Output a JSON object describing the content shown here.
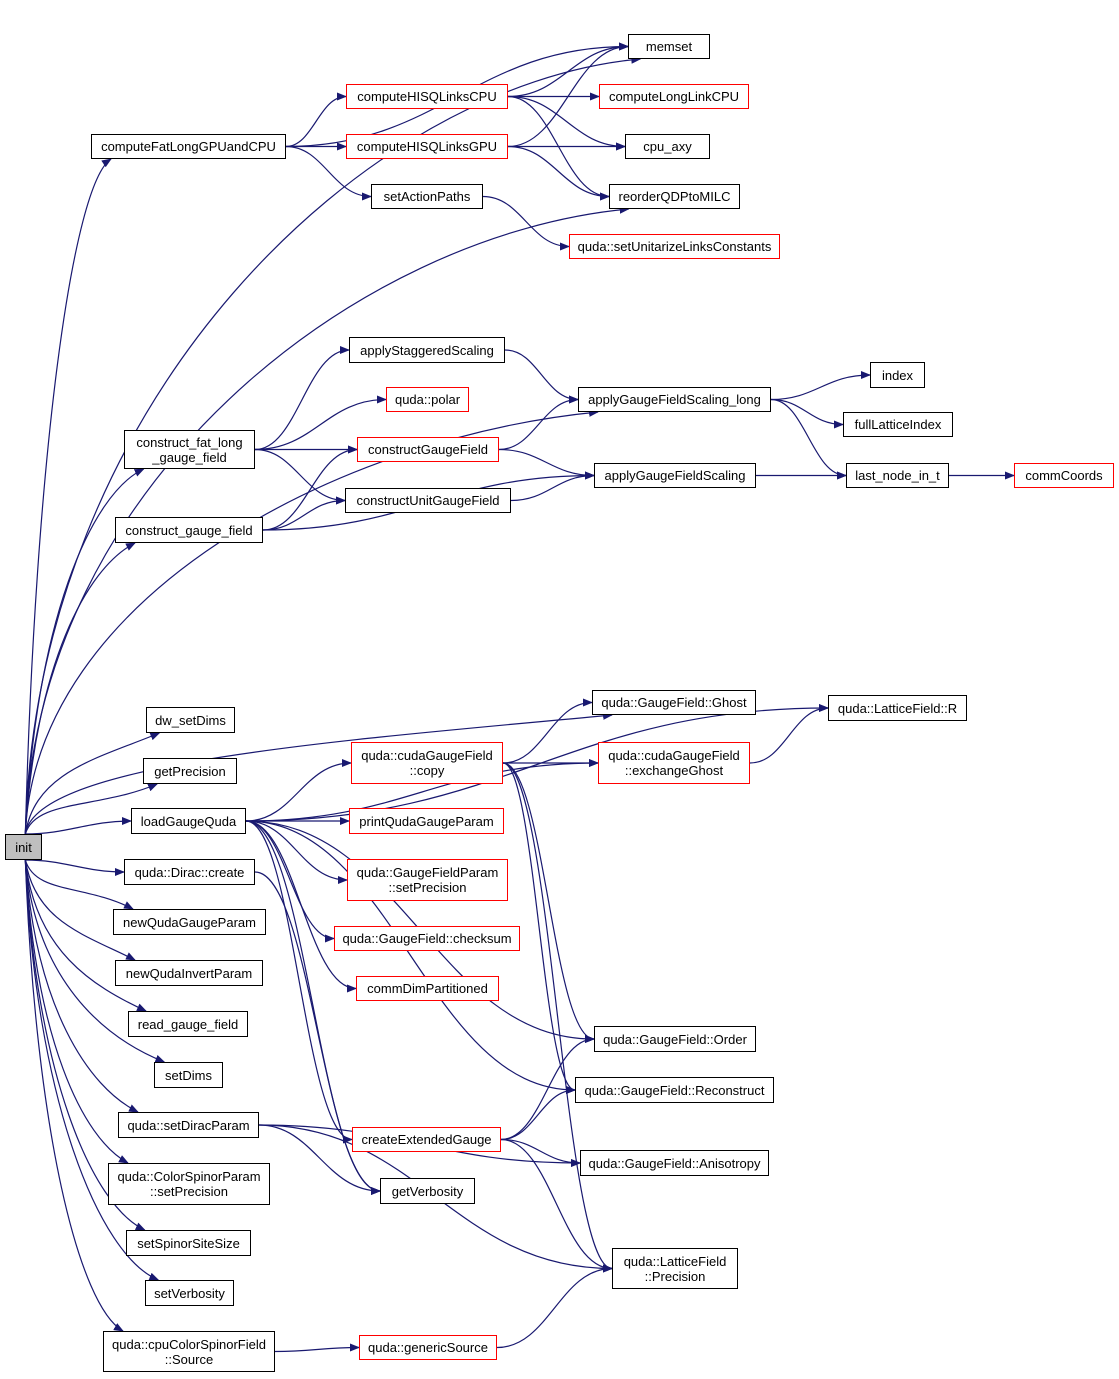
{
  "diagram": {
    "nodes": {
      "init": {
        "lines": [
          "init"
        ],
        "style": "root"
      },
      "memset": {
        "lines": [
          "memset"
        ],
        "style": "black"
      },
      "computeHISQLinksCPU": {
        "lines": [
          "computeHISQLinksCPU"
        ],
        "style": "red"
      },
      "computeLongLinkCPU": {
        "lines": [
          "computeLongLinkCPU"
        ],
        "style": "red"
      },
      "computeFatLongGPUandCPU": {
        "lines": [
          "computeFatLongGPUandCPU"
        ],
        "style": "black"
      },
      "computeHISQLinksGPU": {
        "lines": [
          "computeHISQLinksGPU"
        ],
        "style": "red"
      },
      "cpu_axy": {
        "lines": [
          "cpu_axy"
        ],
        "style": "black"
      },
      "setActionPaths": {
        "lines": [
          "setActionPaths"
        ],
        "style": "black"
      },
      "reorderQDPtoMILC": {
        "lines": [
          "reorderQDPtoMILC"
        ],
        "style": "black"
      },
      "setUnitarizeLinksConstants": {
        "lines": [
          "quda::setUnitarizeLinksConstants"
        ],
        "style": "red"
      },
      "applyStaggeredScaling": {
        "lines": [
          "applyStaggeredScaling"
        ],
        "style": "black"
      },
      "index": {
        "lines": [
          "index"
        ],
        "style": "black"
      },
      "polar": {
        "lines": [
          "quda::polar"
        ],
        "style": "red"
      },
      "applyGaugeFieldScaling_long": {
        "lines": [
          "applyGaugeFieldScaling_long"
        ],
        "style": "black"
      },
      "fullLatticeIndex": {
        "lines": [
          "fullLatticeIndex"
        ],
        "style": "black"
      },
      "construct_fat_long_gauge_field": {
        "lines": [
          "construct_fat_long",
          "_gauge_field"
        ],
        "style": "black"
      },
      "constructGaugeField": {
        "lines": [
          "constructGaugeField"
        ],
        "style": "red"
      },
      "applyGaugeFieldScaling": {
        "lines": [
          "applyGaugeFieldScaling"
        ],
        "style": "black"
      },
      "last_node_in_t": {
        "lines": [
          "last_node_in_t"
        ],
        "style": "black"
      },
      "commCoords": {
        "lines": [
          "commCoords"
        ],
        "style": "red"
      },
      "constructUnitGaugeField": {
        "lines": [
          "constructUnitGaugeField"
        ],
        "style": "black"
      },
      "construct_gauge_field": {
        "lines": [
          "construct_gauge_field"
        ],
        "style": "black"
      },
      "GaugeField_Ghost": {
        "lines": [
          "quda::GaugeField::Ghost"
        ],
        "style": "black"
      },
      "LatticeField_R": {
        "lines": [
          "quda::LatticeField::R"
        ],
        "style": "black"
      },
      "dw_setDims": {
        "lines": [
          "dw_setDims"
        ],
        "style": "black"
      },
      "cudaGaugeField_copy": {
        "lines": [
          "quda::cudaGaugeField",
          "::copy"
        ],
        "style": "red"
      },
      "cudaGaugeField_exchangeGhost": {
        "lines": [
          "quda::cudaGaugeField",
          "::exchangeGhost"
        ],
        "style": "red"
      },
      "getPrecision": {
        "lines": [
          "getPrecision"
        ],
        "style": "black"
      },
      "loadGaugeQuda": {
        "lines": [
          "loadGaugeQuda"
        ],
        "style": "black"
      },
      "printQudaGaugeParam": {
        "lines": [
          "printQudaGaugeParam"
        ],
        "style": "red"
      },
      "Dirac_create": {
        "lines": [
          "quda::Dirac::create"
        ],
        "style": "black"
      },
      "GaugeFieldParam_setPrecision": {
        "lines": [
          "quda::GaugeFieldParam",
          "::setPrecision"
        ],
        "style": "red"
      },
      "newQudaGaugeParam": {
        "lines": [
          "newQudaGaugeParam"
        ],
        "style": "black"
      },
      "GaugeField_checksum": {
        "lines": [
          "quda::GaugeField::checksum"
        ],
        "style": "red"
      },
      "newQudaInvertParam": {
        "lines": [
          "newQudaInvertParam"
        ],
        "style": "black"
      },
      "commDimPartitioned": {
        "lines": [
          "commDimPartitioned"
        ],
        "style": "red"
      },
      "read_gauge_field": {
        "lines": [
          "read_gauge_field"
        ],
        "style": "black"
      },
      "GaugeField_Order": {
        "lines": [
          "quda::GaugeField::Order"
        ],
        "style": "black"
      },
      "setDims": {
        "lines": [
          "setDims"
        ],
        "style": "black"
      },
      "GaugeField_Reconstruct": {
        "lines": [
          "quda::GaugeField::Reconstruct"
        ],
        "style": "black"
      },
      "setDiracParam": {
        "lines": [
          "quda::setDiracParam"
        ],
        "style": "black"
      },
      "createExtendedGauge": {
        "lines": [
          "createExtendedGauge"
        ],
        "style": "red"
      },
      "GaugeField_Anisotropy": {
        "lines": [
          "quda::GaugeField::Anisotropy"
        ],
        "style": "black"
      },
      "ColorSpinorParam_setPrecision": {
        "lines": [
          "quda::ColorSpinorParam",
          "::setPrecision"
        ],
        "style": "black"
      },
      "getVerbosity": {
        "lines": [
          "getVerbosity"
        ],
        "style": "black"
      },
      "setSpinorSiteSize": {
        "lines": [
          "setSpinorSiteSize"
        ],
        "style": "black"
      },
      "LatticeField_Precision": {
        "lines": [
          "quda::LatticeField",
          "::Precision"
        ],
        "style": "black"
      },
      "setVerbosity": {
        "lines": [
          "setVerbosity"
        ],
        "style": "black"
      },
      "cpuColorSpinorField_Source": {
        "lines": [
          "quda::cpuColorSpinorField",
          "::Source"
        ],
        "style": "black"
      },
      "genericSource": {
        "lines": [
          "quda::genericSource"
        ],
        "style": "red"
      }
    },
    "edges": [
      [
        "init",
        "memset"
      ],
      [
        "init",
        "computeFatLongGPUandCPU"
      ],
      [
        "init",
        "reorderQDPtoMILC"
      ],
      [
        "init",
        "applyGaugeFieldScaling_long"
      ],
      [
        "init",
        "construct_fat_long_gauge_field"
      ],
      [
        "init",
        "construct_gauge_field"
      ],
      [
        "init",
        "GaugeField_Ghost"
      ],
      [
        "init",
        "dw_setDims"
      ],
      [
        "init",
        "getPrecision"
      ],
      [
        "init",
        "loadGaugeQuda"
      ],
      [
        "init",
        "Dirac_create"
      ],
      [
        "init",
        "newQudaGaugeParam"
      ],
      [
        "init",
        "newQudaInvertParam"
      ],
      [
        "init",
        "read_gauge_field"
      ],
      [
        "init",
        "setDims"
      ],
      [
        "init",
        "setDiracParam"
      ],
      [
        "init",
        "ColorSpinorParam_setPrecision"
      ],
      [
        "init",
        "setSpinorSiteSize"
      ],
      [
        "init",
        "setVerbosity"
      ],
      [
        "init",
        "cpuColorSpinorField_Source"
      ],
      [
        "computeFatLongGPUandCPU",
        "memset"
      ],
      [
        "computeFatLongGPUandCPU",
        "computeHISQLinksCPU"
      ],
      [
        "computeFatLongGPUandCPU",
        "computeHISQLinksGPU"
      ],
      [
        "computeFatLongGPUandCPU",
        "setActionPaths"
      ],
      [
        "computeHISQLinksCPU",
        "memset"
      ],
      [
        "computeHISQLinksCPU",
        "computeLongLinkCPU"
      ],
      [
        "computeHISQLinksCPU",
        "cpu_axy"
      ],
      [
        "computeHISQLinksCPU",
        "reorderQDPtoMILC"
      ],
      [
        "computeHISQLinksGPU",
        "memset"
      ],
      [
        "computeHISQLinksGPU",
        "cpu_axy"
      ],
      [
        "computeHISQLinksGPU",
        "reorderQDPtoMILC"
      ],
      [
        "setActionPaths",
        "setUnitarizeLinksConstants"
      ],
      [
        "construct_fat_long_gauge_field",
        "applyStaggeredScaling"
      ],
      [
        "construct_fat_long_gauge_field",
        "polar"
      ],
      [
        "construct_fat_long_gauge_field",
        "constructGaugeField"
      ],
      [
        "construct_fat_long_gauge_field",
        "constructUnitGaugeField"
      ],
      [
        "applyStaggeredScaling",
        "applyGaugeFieldScaling_long"
      ],
      [
        "applyGaugeFieldScaling_long",
        "index"
      ],
      [
        "applyGaugeFieldScaling_long",
        "fullLatticeIndex"
      ],
      [
        "applyGaugeFieldScaling_long",
        "last_node_in_t"
      ],
      [
        "constructGaugeField",
        "applyGaugeFieldScaling_long"
      ],
      [
        "constructGaugeField",
        "applyGaugeFieldScaling"
      ],
      [
        "constructUnitGaugeField",
        "applyGaugeFieldScaling"
      ],
      [
        "applyGaugeFieldScaling",
        "last_node_in_t"
      ],
      [
        "last_node_in_t",
        "commCoords"
      ],
      [
        "construct_gauge_field",
        "constructGaugeField"
      ],
      [
        "construct_gauge_field",
        "constructUnitGaugeField"
      ],
      [
        "construct_gauge_field",
        "applyGaugeFieldScaling"
      ],
      [
        "loadGaugeQuda",
        "LatticeField_R"
      ],
      [
        "loadGaugeQuda",
        "cudaGaugeField_exchangeGhost"
      ],
      [
        "loadGaugeQuda",
        "cudaGaugeField_copy"
      ],
      [
        "loadGaugeQuda",
        "printQudaGaugeParam"
      ],
      [
        "loadGaugeQuda",
        "GaugeFieldParam_setPrecision"
      ],
      [
        "loadGaugeQuda",
        "GaugeField_checksum"
      ],
      [
        "loadGaugeQuda",
        "commDimPartitioned"
      ],
      [
        "loadGaugeQuda",
        "GaugeField_Order"
      ],
      [
        "loadGaugeQuda",
        "GaugeField_Reconstruct"
      ],
      [
        "loadGaugeQuda",
        "createExtendedGauge"
      ],
      [
        "loadGaugeQuda",
        "getVerbosity"
      ],
      [
        "cudaGaugeField_copy",
        "GaugeField_Ghost"
      ],
      [
        "cudaGaugeField_copy",
        "cudaGaugeField_exchangeGhost"
      ],
      [
        "cudaGaugeField_copy",
        "GaugeField_Order"
      ],
      [
        "cudaGaugeField_copy",
        "GaugeField_Reconstruct"
      ],
      [
        "cudaGaugeField_copy",
        "LatticeField_Precision"
      ],
      [
        "cudaGaugeField_exchangeGhost",
        "LatticeField_R"
      ],
      [
        "Dirac_create",
        "getVerbosity"
      ],
      [
        "createExtendedGauge",
        "GaugeField_Order"
      ],
      [
        "createExtendedGauge",
        "GaugeField_Reconstruct"
      ],
      [
        "createExtendedGauge",
        "GaugeField_Anisotropy"
      ],
      [
        "createExtendedGauge",
        "LatticeField_Precision"
      ],
      [
        "setDiracParam",
        "GaugeField_Anisotropy"
      ],
      [
        "setDiracParam",
        "getVerbosity"
      ],
      [
        "setDiracParam",
        "LatticeField_Precision"
      ],
      [
        "cpuColorSpinorField_Source",
        "genericSource"
      ],
      [
        "genericSource",
        "LatticeField_Precision"
      ]
    ]
  }
}
